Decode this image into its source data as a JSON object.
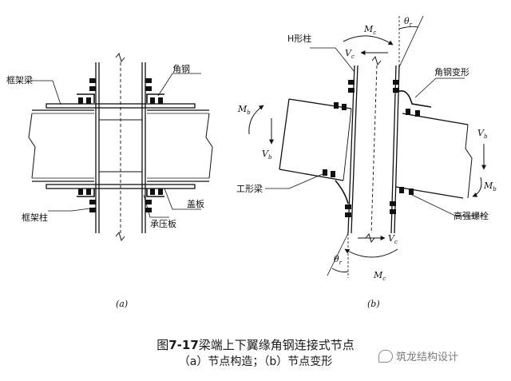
{
  "figure": {
    "title_prefix": "图",
    "title_number": "7-17",
    "title_text": "梁端上下翼缘角钢连接式节点",
    "subtitle": "（a）节点构造；（b）节点变形",
    "watermark": "筑龙结构设计",
    "watermark_icon": "wechat-icon"
  },
  "panel_a": {
    "caption": "(a)",
    "labels": {
      "frame_beam": "框架梁",
      "angle_steel": "角钢",
      "cover_plate": "盖板",
      "frame_column": "框架柱",
      "bearing_plate": "承压板"
    }
  },
  "panel_b": {
    "caption": "(b)",
    "labels": {
      "h_column": "H形柱",
      "angle_deform": "角钢变形",
      "i_beam": "工形梁",
      "hs_bolt": "高强螺栓"
    },
    "symbols": {
      "mc": "M",
      "mc_sub": "c",
      "vc": "V",
      "vc_sub": "c",
      "mb": "M",
      "mb_sub": "b",
      "vb": "V",
      "vb_sub": "b",
      "theta": "θ",
      "theta_sub": "r"
    }
  }
}
